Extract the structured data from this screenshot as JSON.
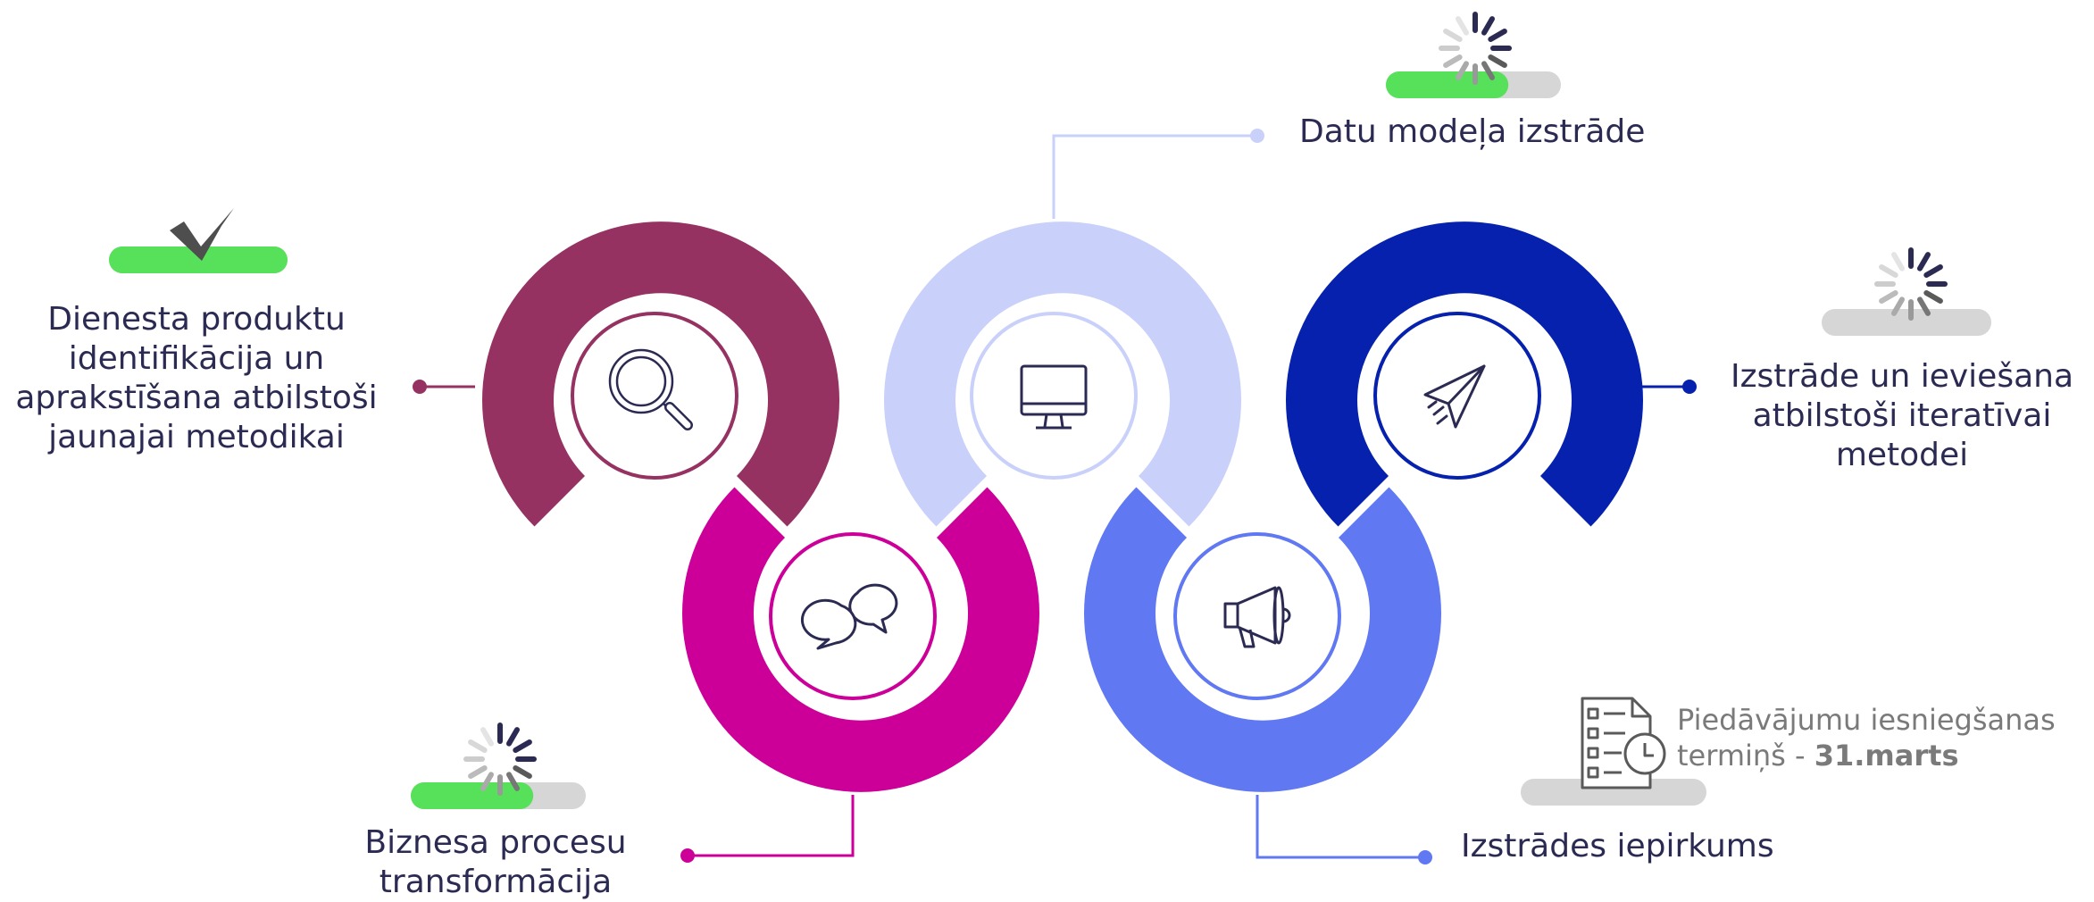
{
  "colors": {
    "maroon": "#963262",
    "magenta": "#cc0099",
    "lavender": "#c9d1fb",
    "periwinkle": "#6078f2",
    "navy": "#0521ad",
    "green_progress": "#57e05a",
    "gray_track": "#d6d6d6",
    "text": "#2b2a52",
    "deadline_text": "#7a7a7a"
  },
  "steps": [
    {
      "lines": [
        "Dienesta produktu",
        "identifikācija un",
        "aprakstīšana atbilstoši",
        "jaunajai metodikai"
      ],
      "icon": "search-icon",
      "status": "completed",
      "progress": 1.0
    },
    {
      "lines": [
        "Biznesa procesu",
        "transformācija"
      ],
      "icon": "chat-bubbles-icon",
      "status": "in-progress",
      "progress": 0.7
    },
    {
      "lines": [
        "Datu modeļa izstrāde"
      ],
      "icon": "monitor-icon",
      "status": "in-progress",
      "progress": 0.7
    },
    {
      "lines": [
        "Izstrādes iepirkums"
      ],
      "icon": "megaphone-icon",
      "status": "pending",
      "progress": 0.0
    },
    {
      "lines": [
        "Izstrāde un ieviešana",
        "atbilstoši iteratīvai",
        "metodei"
      ],
      "icon": "paper-plane-icon",
      "status": "pending",
      "progress": 0.0
    }
  ],
  "deadline": {
    "line1": "Piedāvājumu iesniegšanas",
    "line2_prefix": "termiņš - ",
    "date": "31.marts",
    "icon": "checklist-clock-icon"
  }
}
